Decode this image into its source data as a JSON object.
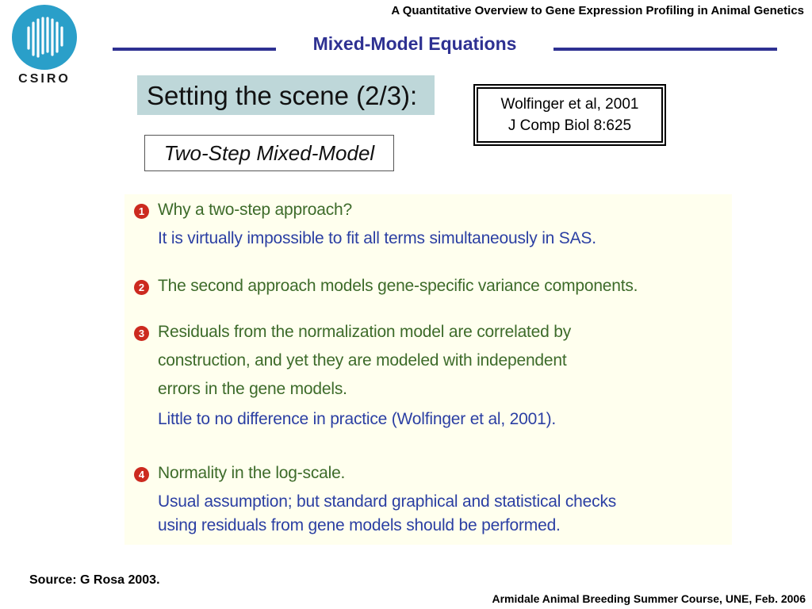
{
  "header": {
    "course_title": "A Quantitative Overview to Gene Expression Profiling in Animal Genetics",
    "section_title": "Mixed-Model Equations"
  },
  "logo": {
    "text": "CSIRO",
    "color": "#2a9fc9"
  },
  "scene": {
    "title": "Setting the scene (2/3):",
    "background": "#bed7d9"
  },
  "reference": {
    "line1": "Wolfinger et al, 2001",
    "line2": "J Comp Biol 8:625"
  },
  "subtitle": "Two-Step Mixed-Model",
  "points": [
    {
      "number": "1",
      "lines": [
        {
          "text": "Why a two-step approach?",
          "style": "green"
        },
        {
          "text": "It is virtually impossible to fit all terms simultaneously in SAS.",
          "style": "blue"
        }
      ]
    },
    {
      "number": "2",
      "lines": [
        {
          "text": "The second approach models gene-specific variance components.",
          "style": "green"
        }
      ]
    },
    {
      "number": "3",
      "lines": [
        {
          "text": "Residuals from the normalization model are correlated by",
          "style": "green"
        },
        {
          "text": "construction, and yet they are modeled with independent",
          "style": "green"
        },
        {
          "text": "errors in the gene models.",
          "style": "green"
        },
        {
          "text": "Little to no difference in practice (Wolfinger et al, 2001).",
          "style": "blue"
        }
      ]
    },
    {
      "number": "4",
      "lines": [
        {
          "text": "Normality in the log-scale.",
          "style": "green"
        },
        {
          "text": "Usual assumption; but standard graphical and statistical checks",
          "style": "blue"
        },
        {
          "text": "using residuals from gene models should be performed.",
          "style": "blue"
        }
      ]
    }
  ],
  "colors": {
    "accent": "#2e3192",
    "panel_background": "#ffffee",
    "heading_green": "#3d6b2a",
    "body_blue": "#2b3fa3",
    "bullet_red": "#cc2a1f"
  },
  "source": "Source: G Rosa 2003.",
  "footer": "Armidale Animal Breeding Summer Course, UNE, Feb. 2006"
}
